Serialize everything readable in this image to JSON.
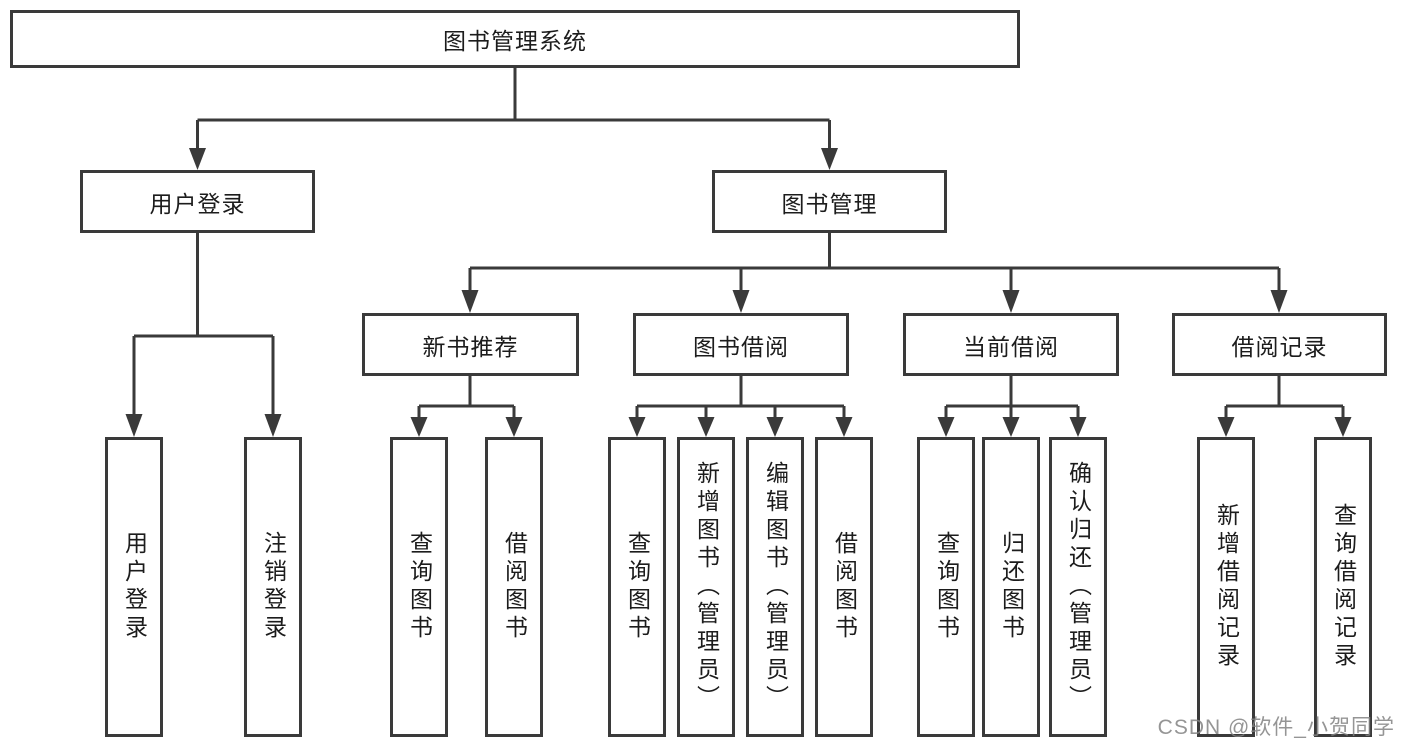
{
  "diagram": {
    "tree": {
      "label": "图书管理系统",
      "children": [
        {
          "label": "用户登录",
          "children": [
            {
              "label": "用户登录"
            },
            {
              "label": "注销登录"
            }
          ]
        },
        {
          "label": "图书管理",
          "children": [
            {
              "label": "新书推荐",
              "children": [
                {
                  "label": "查询图书"
                },
                {
                  "label": "借阅图书"
                }
              ]
            },
            {
              "label": "图书借阅",
              "children": [
                {
                  "label": "查询图书"
                },
                {
                  "label": "新增图书（管理员）"
                },
                {
                  "label": "编辑图书（管理员）"
                },
                {
                  "label": "借阅图书"
                }
              ]
            },
            {
              "label": "当前借阅",
              "children": [
                {
                  "label": "查询图书"
                },
                {
                  "label": "归还图书"
                },
                {
                  "label": "确认归还（管理员）"
                }
              ]
            },
            {
              "label": "借阅记录",
              "children": [
                {
                  "label": "新增借阅记录"
                },
                {
                  "label": "查询借阅记录"
                }
              ]
            }
          ]
        }
      ]
    },
    "line_color": "#3a3a3a"
  },
  "watermark": "CSDN @软件_小贺同学"
}
